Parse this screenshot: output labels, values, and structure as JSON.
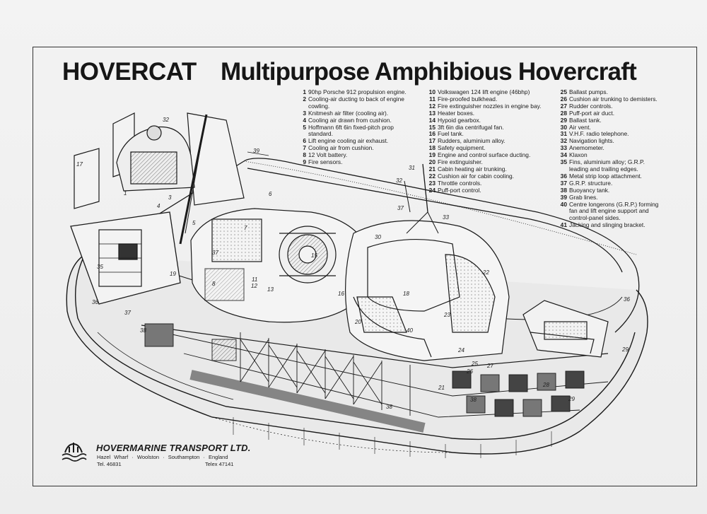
{
  "title": {
    "name": "HOVERCAT",
    "subtitle": "Multipurpose Amphibious Hovercraft"
  },
  "legend": {
    "column1": [
      {
        "num": "1",
        "text": "90hp Porsche 912 propulsion engine."
      },
      {
        "num": "2",
        "text": "Cooling-air ducting to back of engine\ncowling."
      },
      {
        "num": "3",
        "text": "Knitmesh air filter (cooling air)."
      },
      {
        "num": "4",
        "text": "Cooling air drawn from cushion."
      },
      {
        "num": "5",
        "text": "Hoffmann 6ft 6in fixed-pitch prop\nstandard."
      },
      {
        "num": "6",
        "text": "Lift engine cooling air exhaust."
      },
      {
        "num": "7",
        "text": "Cooling air from cushion."
      },
      {
        "num": "8",
        "text": "12 Volt battery."
      },
      {
        "num": "9",
        "text": "Fire sensors."
      }
    ],
    "column2": [
      {
        "num": "10",
        "text": "Volkswagen 124 lift engine (46bhp)"
      },
      {
        "num": "11",
        "text": "Fire-proofed bulkhead."
      },
      {
        "num": "12",
        "text": "Fire extinguisher nozzles in engine bay."
      },
      {
        "num": "13",
        "text": "Heater boxes."
      },
      {
        "num": "14",
        "text": "Hypoid gearbox."
      },
      {
        "num": "15",
        "text": "3ft 6in dia centrifugal fan."
      },
      {
        "num": "16",
        "text": "Fuel tank."
      },
      {
        "num": "17",
        "text": "Rudders, aluminium alloy."
      },
      {
        "num": "18",
        "text": "Safety equipment."
      },
      {
        "num": "19",
        "text": "Engine and control surface ducting."
      },
      {
        "num": "20",
        "text": "Fire extinguisher."
      },
      {
        "num": "21",
        "text": "Cabin heating air trunking."
      },
      {
        "num": "22",
        "text": "Cushion air for cabin cooling."
      },
      {
        "num": "23",
        "text": "Throttle controls."
      },
      {
        "num": "24",
        "text": "Puff-port control."
      }
    ],
    "column3": [
      {
        "num": "25",
        "text": "Ballast pumps."
      },
      {
        "num": "26",
        "text": "Cushion air trunking to demisters."
      },
      {
        "num": "27",
        "text": "Rudder controls."
      },
      {
        "num": "28",
        "text": "Puff-port air duct."
      },
      {
        "num": "29",
        "text": "Ballast tank."
      },
      {
        "num": "30",
        "text": "Air vent."
      },
      {
        "num": "31",
        "text": "V.H.F. radio telephone."
      },
      {
        "num": "32",
        "text": "Navigation lights."
      },
      {
        "num": "33",
        "text": "Anemometer."
      },
      {
        "num": "34",
        "text": "Klaxon"
      },
      {
        "num": "35",
        "text": "Fins, aluminium alloy; G.R.P.\nleading and trailing edges."
      },
      {
        "num": "36",
        "text": "Metal strip loop attachment."
      },
      {
        "num": "37",
        "text": "G.R.P. structure."
      },
      {
        "num": "38",
        "text": "Buoyancy tank."
      },
      {
        "num": "39",
        "text": "Grab lines."
      },
      {
        "num": "40",
        "text": "Centre longerons (G.R.P.) forming\nfan and lift engine support and\ncontrol-panel sides."
      },
      {
        "num": "41",
        "text": "Jacking and slinging bracket."
      }
    ]
  },
  "callouts": {
    "c1": "1",
    "c3": "3",
    "c4": "4",
    "c5": "5",
    "c6": "6",
    "c7": "7",
    "c8": "8",
    "c11": "11",
    "c12": "12",
    "c13": "13",
    "c15": "15",
    "c16": "16",
    "c17": "17",
    "c18": "18",
    "c19": "19",
    "c20": "20",
    "c21": "21",
    "c22": "22",
    "c23": "23",
    "c24": "24",
    "c25": "25",
    "c26": "26",
    "c27": "27",
    "c28": "28",
    "c29": "29",
    "c30": "30",
    "c31": "31",
    "c32": "32",
    "c32b": "32",
    "c33": "33",
    "c35": "35",
    "c36": "36",
    "c36b": "36",
    "c37": "37",
    "c37b": "37",
    "c37c": "37",
    "c38": "38",
    "c38b": "38",
    "c38c": "38",
    "c39": "39",
    "c40": "40"
  },
  "footer": {
    "company": "HOVERMARINE TRANSPORT LTD.",
    "address": "Hazel Wharf · Woolston · Southampton · England",
    "tel": "Tel. 46831",
    "telex": "Telex 47141"
  },
  "colors": {
    "paper": "#efefef",
    "ink": "#1a1a1a",
    "hatch": "#555555"
  }
}
